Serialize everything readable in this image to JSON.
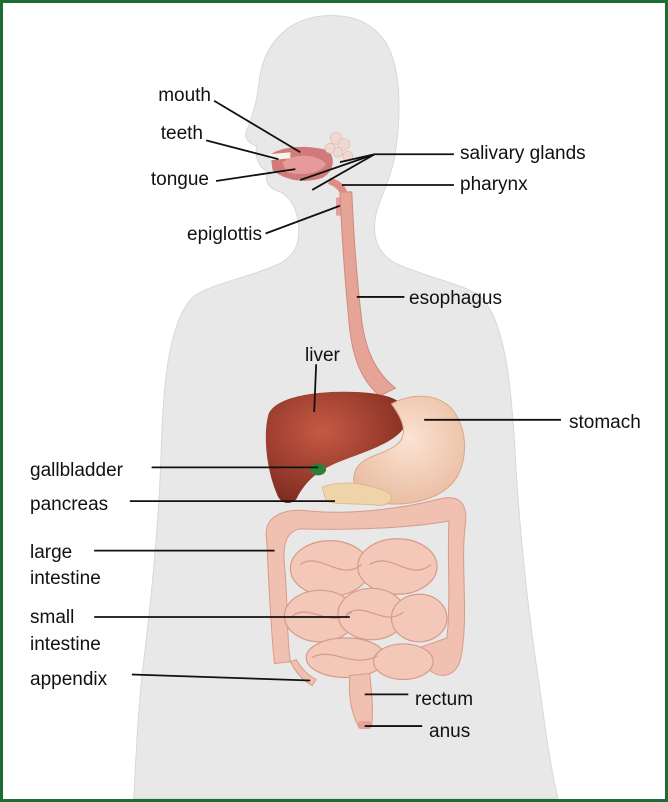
{
  "labels": {
    "mouth": "mouth",
    "teeth": "teeth",
    "tongue": "tongue",
    "epiglottis": "epiglottis",
    "salivary_glands": "salivary glands",
    "pharynx": "pharynx",
    "esophagus": "esophagus",
    "liver": "liver",
    "stomach": "stomach",
    "gallbladder": "gallbladder",
    "pancreas": "pancreas",
    "large_intestine_1": "large",
    "large_intestine_2": "intestine",
    "small_intestine_1": "small",
    "small_intestine_2": "intestine",
    "appendix": "appendix",
    "rectum": "rectum",
    "anus": "anus"
  },
  "colors": {
    "frame": "#1e6b34",
    "body": "#e9e9e9",
    "liver": "#9b3a2c",
    "stomach": "#f2cfb8",
    "intestine": "#f0c0b0",
    "gallbladder": "#2f7d3a"
  }
}
